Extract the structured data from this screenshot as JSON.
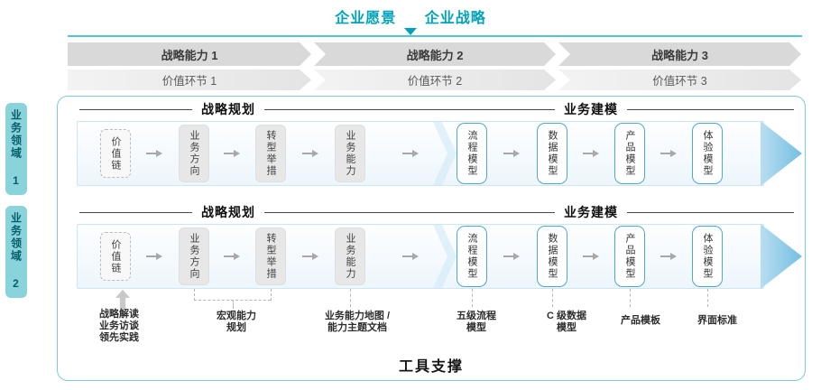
{
  "title": {
    "vision": "企业愿景",
    "strategy": "企业战略"
  },
  "capabilities": [
    "战略能力 1",
    "战略能力 2",
    "战略能力 3"
  ],
  "value_links": [
    "价值环节 1",
    "价值环节 2",
    "价值环节 3"
  ],
  "domains": [
    {
      "label": "业务领域 1",
      "planning_header": "战略规划",
      "modeling_header": "业务建模",
      "planning_boxes": [
        "价值链",
        "业务方向",
        "转型举措",
        "业务能力"
      ],
      "modeling_boxes": [
        "流程模型",
        "数据模型",
        "产品模型",
        "体验模型"
      ]
    },
    {
      "label": "业务领域 2",
      "planning_header": "战略规划",
      "modeling_header": "业务建模",
      "planning_boxes": [
        "价值链",
        "业务方向",
        "转型举措",
        "业务能力"
      ],
      "modeling_boxes": [
        "流程模型",
        "数据模型",
        "产品模型",
        "体验模型"
      ]
    }
  ],
  "footnotes": [
    {
      "lines": [
        "战略解读",
        "业务访谈",
        "领先实践"
      ]
    },
    {
      "lines": [
        "宏观能力",
        "规划"
      ]
    },
    {
      "lines": [
        "业务能力地图 /",
        "能力主题文档"
      ]
    },
    {
      "lines": [
        "五级流程",
        "模型"
      ]
    },
    {
      "lines": [
        "C 级数据",
        "模型"
      ]
    },
    {
      "lines": [
        "产品模板"
      ]
    },
    {
      "lines": [
        "界面标准"
      ]
    }
  ],
  "tool_support": "工具支撑",
  "colors": {
    "accent_teal": "#00a3ba",
    "underline_blue": "#54c0da",
    "domain_label_bg": "#8bd3da",
    "chevron_gray": "#d9d9d9",
    "flow_arrow_blue": "#74bfe2",
    "model_box_border": "#4ea9ca",
    "gray_box_fill": "#e7e7e7",
    "toolbox_border": "#79cbdc"
  }
}
